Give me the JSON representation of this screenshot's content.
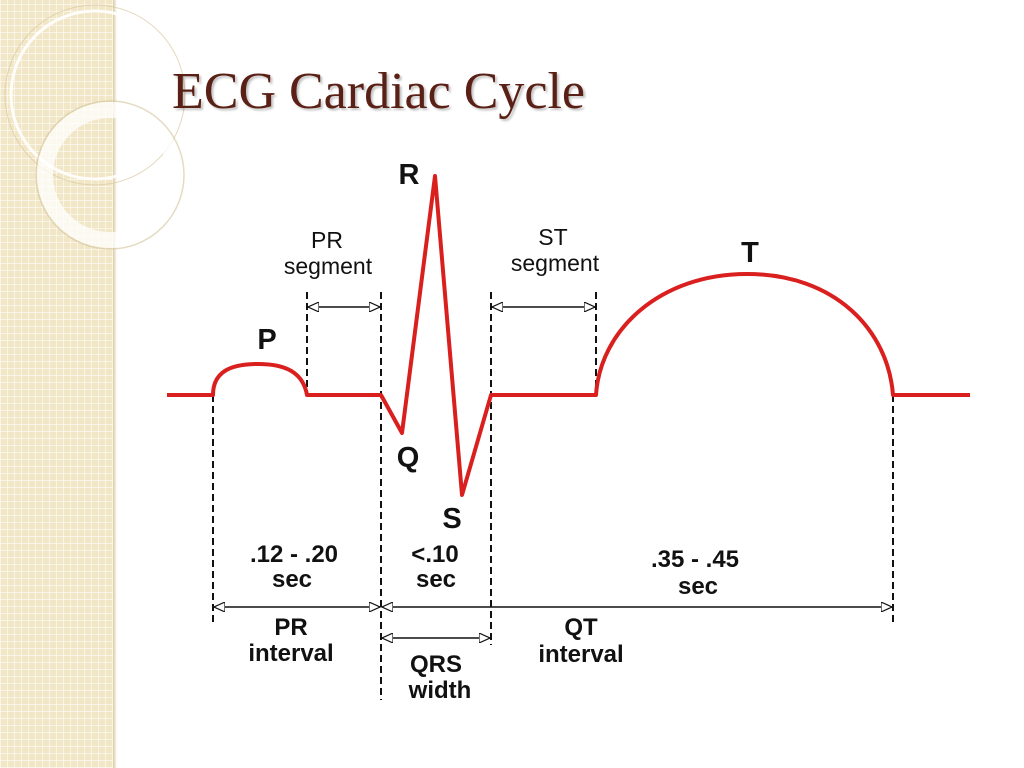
{
  "slide": {
    "title": "ECG Cardiac Cycle"
  },
  "diagram": {
    "waves": {
      "p": "P",
      "q": "Q",
      "r": "R",
      "s": "S",
      "t": "T"
    },
    "segments": {
      "pr": [
        "PR",
        "segment"
      ],
      "st": [
        "ST",
        "segment"
      ]
    },
    "durations": {
      "pr": [
        ".12 - .20",
        "sec"
      ],
      "qrs": [
        "<.10",
        "sec"
      ],
      "qt": [
        ".35 - .45",
        "sec"
      ]
    },
    "intervals": {
      "pr": [
        "PR",
        "interval"
      ],
      "qt": [
        "QT",
        "interval"
      ],
      "qrs": [
        "QRS",
        "width"
      ]
    }
  },
  "colors": {
    "trace": "#d9201e",
    "title": "#5a2015",
    "sidebar": "#f1e6c6"
  }
}
